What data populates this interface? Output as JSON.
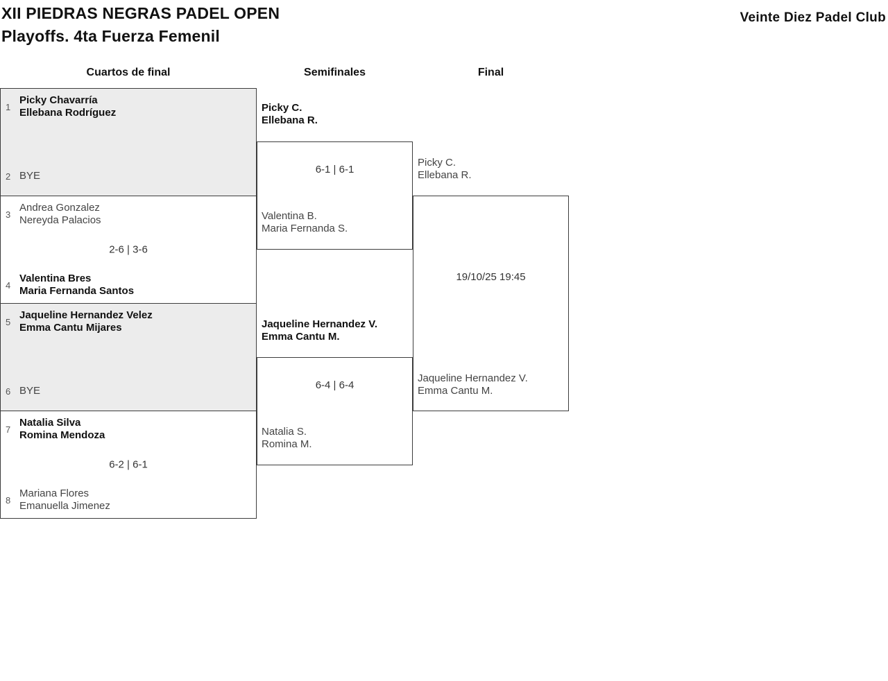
{
  "header": {
    "title_line1": "XII PIEDRAS NEGRAS PADEL OPEN",
    "title_line2": "Playoffs. 4ta Fuerza Femenil",
    "club": "Veinte Diez Padel Club"
  },
  "columns": {
    "quarterfinals": "Cuartos de final",
    "semifinals": "Semifinales",
    "final": "Final"
  },
  "colors": {
    "alt_box_fill": "#ececec",
    "border": "#3c3c3c",
    "winner_text": "#111111",
    "default_text": "#444444",
    "seed_text": "#555555"
  },
  "bracket": {
    "qf": [
      {
        "seed_top": "1",
        "top_line1": "Picky Chavarría",
        "top_line2": "Ellebana Rodríguez",
        "top_winner": true,
        "score": "",
        "seed_bottom": "2",
        "bottom_line1": "BYE",
        "bottom_line2": "",
        "bottom_winner": false
      },
      {
        "seed_top": "3",
        "top_line1": "Andrea Gonzalez",
        "top_line2": "Nereyda Palacios",
        "top_winner": false,
        "score": "2-6 | 3-6",
        "seed_bottom": "4",
        "bottom_line1": "Valentina Bres",
        "bottom_line2": "Maria Fernanda Santos",
        "bottom_winner": true
      },
      {
        "seed_top": "5",
        "top_line1": "Jaqueline Hernandez Velez",
        "top_line2": "Emma Cantu Mijares",
        "top_winner": true,
        "score": "",
        "seed_bottom": "6",
        "bottom_line1": "BYE",
        "bottom_line2": "",
        "bottom_winner": false
      },
      {
        "seed_top": "7",
        "top_line1": "Natalia Silva",
        "top_line2": "Romina Mendoza",
        "top_winner": true,
        "score": "6-2 | 6-1",
        "seed_bottom": "8",
        "bottom_line1": "Mariana Flores",
        "bottom_line2": "Emanuella Jimenez",
        "bottom_winner": false
      }
    ],
    "sf": [
      {
        "top_line1": "Picky C.",
        "top_line2": "Ellebana R.",
        "top_winner": true,
        "score": "6-1 | 6-1",
        "bottom_line1": "Valentina B.",
        "bottom_line2": "Maria Fernanda S.",
        "bottom_winner": false
      },
      {
        "top_line1": "Jaqueline Hernandez V.",
        "top_line2": "Emma Cantu M.",
        "top_winner": true,
        "score": "6-4 | 6-4",
        "bottom_line1": "Natalia S.",
        "bottom_line2": "Romina M.",
        "bottom_winner": false
      }
    ],
    "final": {
      "top_line1": "Picky C.",
      "top_line2": "Ellebana R.",
      "top_winner": false,
      "schedule": "19/10/25 19:45",
      "bottom_line1": "Jaqueline Hernandez V.",
      "bottom_line2": "Emma Cantu M.",
      "bottom_winner": false
    }
  }
}
